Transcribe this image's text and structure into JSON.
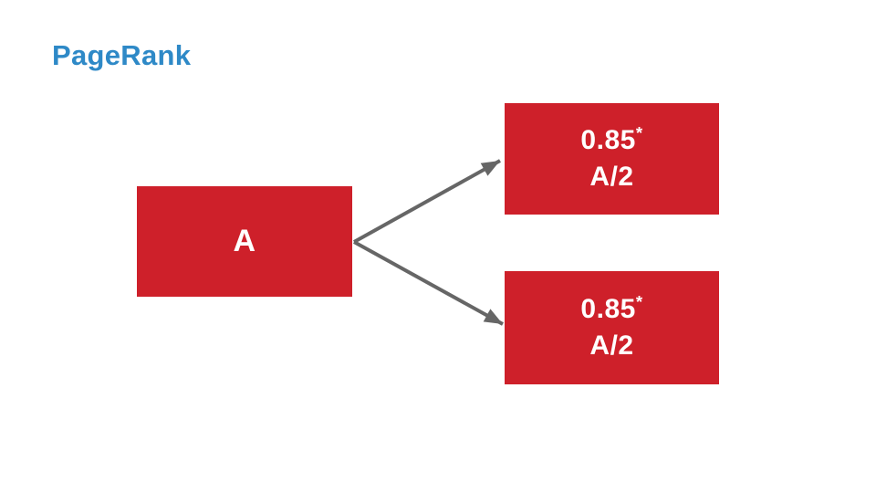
{
  "slide": {
    "title": "PageRank"
  },
  "colors": {
    "background": "#ffffff",
    "title": "#2e89c7",
    "node_fill": "#ce202a",
    "node_text": "#ffffff",
    "arrow": "#666666"
  },
  "diagram": {
    "source_node": {
      "label": "A"
    },
    "target_nodes": [
      {
        "value": "0.85",
        "superscript": "*",
        "fraction": "A/2"
      },
      {
        "value": "0.85",
        "superscript": "*",
        "fraction": "A/2"
      }
    ]
  }
}
